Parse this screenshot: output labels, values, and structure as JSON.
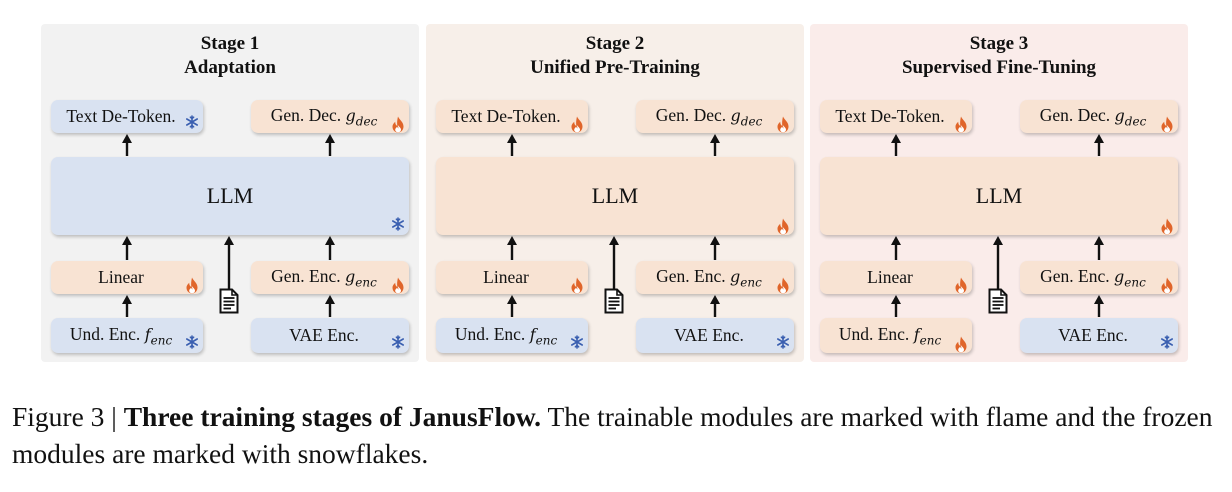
{
  "stages": [
    {
      "number": "Stage 1",
      "name": "Adaptation",
      "panel_color": "#f2f2f2",
      "modules": {
        "text_detok": {
          "label": "Text De-Token.",
          "state": "frozen"
        },
        "gen_dec": {
          "label": "Gen. Dec. ",
          "math": "g",
          "sub": "dec",
          "state": "trainable"
        },
        "llm": {
          "label": "LLM",
          "state": "frozen"
        },
        "linear": {
          "label": "Linear",
          "state": "trainable"
        },
        "gen_enc": {
          "label": "Gen. Enc. ",
          "math": "g",
          "sub": "enc",
          "state": "trainable"
        },
        "und_enc": {
          "label": "Und. Enc. ",
          "math": "f",
          "sub": "enc",
          "state": "frozen"
        },
        "vae_enc": {
          "label": "VAE Enc.",
          "state": "frozen"
        }
      }
    },
    {
      "number": "Stage 2",
      "name": "Unified Pre-Training",
      "panel_color": "#f7efe9",
      "modules": {
        "text_detok": {
          "label": "Text De-Token.",
          "state": "trainable"
        },
        "gen_dec": {
          "label": "Gen. Dec. ",
          "math": "g",
          "sub": "dec",
          "state": "trainable"
        },
        "llm": {
          "label": "LLM",
          "state": "trainable"
        },
        "linear": {
          "label": "Linear",
          "state": "trainable"
        },
        "gen_enc": {
          "label": "Gen. Enc. ",
          "math": "g",
          "sub": "enc",
          "state": "trainable"
        },
        "und_enc": {
          "label": "Und. Enc. ",
          "math": "f",
          "sub": "enc",
          "state": "frozen"
        },
        "vae_enc": {
          "label": "VAE Enc.",
          "state": "frozen"
        }
      }
    },
    {
      "number": "Stage 3",
      "name": "Supervised Fine-Tuning",
      "panel_color": "#faecea",
      "modules": {
        "text_detok": {
          "label": "Text De-Token.",
          "state": "trainable"
        },
        "gen_dec": {
          "label": "Gen. Dec. ",
          "math": "g",
          "sub": "dec",
          "state": "trainable"
        },
        "llm": {
          "label": "LLM",
          "state": "trainable"
        },
        "linear": {
          "label": "Linear",
          "state": "trainable"
        },
        "gen_enc": {
          "label": "Gen. Enc. ",
          "math": "g",
          "sub": "enc",
          "state": "trainable"
        },
        "und_enc": {
          "label": "Und. Enc. ",
          "math": "f",
          "sub": "enc",
          "state": "trainable"
        },
        "vae_enc": {
          "label": "VAE Enc.",
          "state": "frozen"
        }
      }
    }
  ],
  "colors": {
    "frozen_box": "#d9e2f1",
    "trainable_box": "#f8e3d3",
    "flame": "#e0652a",
    "snowflake": "#3a5fb0"
  },
  "icons": {
    "frozen": "snowflake-icon",
    "trainable": "flame-icon",
    "text_input": "document-icon"
  },
  "caption": {
    "prefix": "Figure 3 | ",
    "bold": "Three training stages of JanusFlow.",
    "rest": " The trainable modules are marked with flame and the frozen modules are marked with snowflakes."
  }
}
